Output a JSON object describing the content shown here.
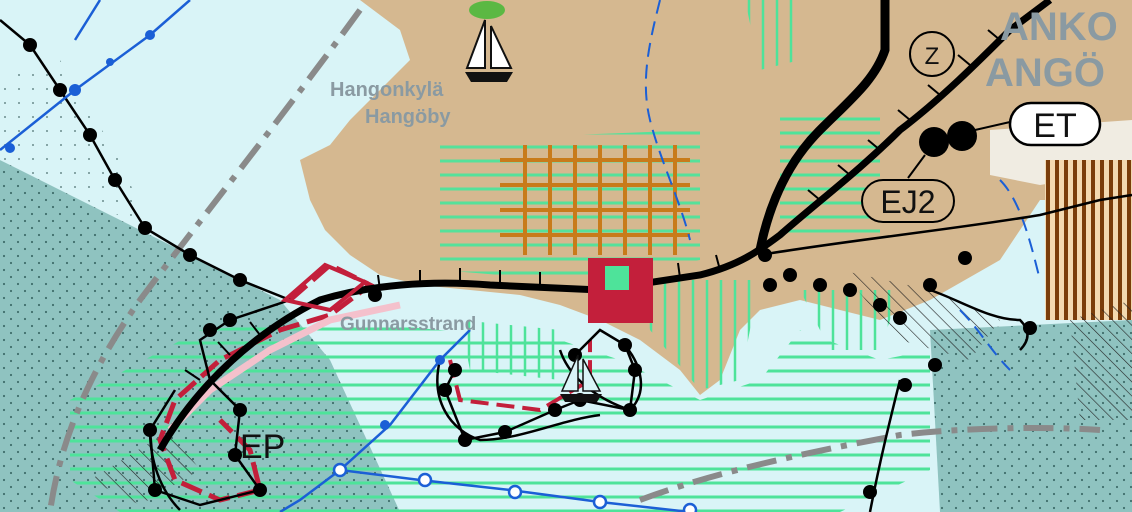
{
  "map": {
    "place_labels": {
      "hangonkyla": "Hangonkylä",
      "hangoby": "Hangöby",
      "gunnarsstrand": "Gunnarsstrand",
      "hanko_partial": "ANKO",
      "hango_partial": "ANGÖ"
    },
    "symbols": {
      "et": "ET",
      "ej2": "EJ2",
      "z": "Z",
      "ep": "EP"
    },
    "colors": {
      "sea": "#d9f4f7",
      "land": "#d5b890",
      "dotted_area": "#8fc3c0",
      "green_hatch": "#4ee39a",
      "orange_grid": "#c87b1a",
      "red_marker": "#c31f3b",
      "blue_route": "#1b5fd6",
      "railway": "#000000",
      "dash_dot_boundary": "#8a8a8a"
    },
    "icons": [
      "sailboat-icon",
      "sailboat-icon"
    ]
  }
}
